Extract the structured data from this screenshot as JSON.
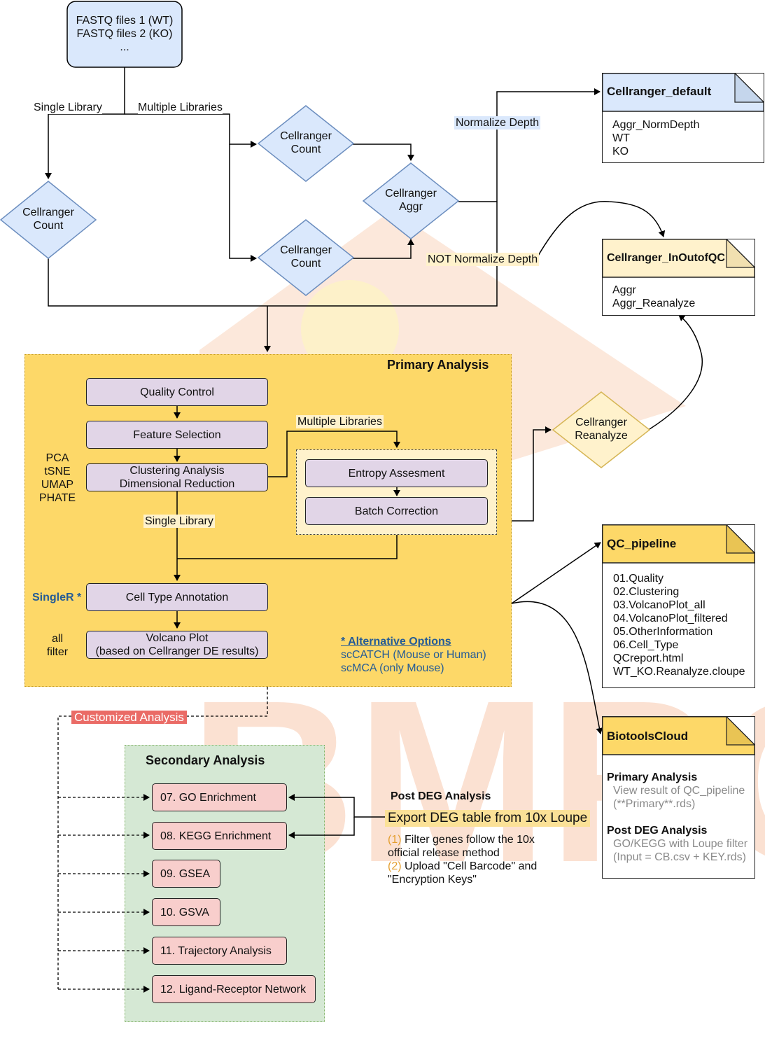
{
  "watermark": {
    "text": "BMRC",
    "colors": {
      "band": "#fce8db",
      "letters": "#e3e3ec"
    }
  },
  "colors": {
    "input_fill": "#dae8fc",
    "decision_fill": "#dae8fc",
    "reanalyze_fill": "#fff2cc",
    "primary_fill": "#fdd868",
    "step_fill": "#e1d5e7",
    "secondary_fill": "#d5e8d4",
    "secondary_step_fill": "#f8cecc",
    "doc_header_blue": "#dae8fc",
    "doc_header_yellow": "#fdd868",
    "doc_header_cream": "#fff2cc",
    "link_blue": "#245b96",
    "number_orange": "#e49e2e",
    "customized_red": "#ea6b66"
  },
  "input": {
    "line1": "FASTQ files 1 (WT)",
    "line2": "FASTQ files 2 (KO)",
    "line3": "..."
  },
  "branch_labels": {
    "single_library": "Single Library",
    "multiple_libraries": "Multiple Libraries",
    "normalize_depth": "Normalize Depth",
    "not_normalize_depth": "NOT Normalize Depth"
  },
  "decisions": {
    "count_single": {
      "line1": "Cellranger",
      "line2": "Count"
    },
    "count_multi_1": {
      "line1": "Cellranger",
      "line2": "Count"
    },
    "count_multi_2": {
      "line1": "Cellranger",
      "line2": "Count"
    },
    "aggr": {
      "line1": "Cellranger",
      "line2": "Aggr"
    },
    "reanalyze": {
      "line1": "Cellranger",
      "line2": "Reanalyze"
    }
  },
  "docs": {
    "cellranger_default": {
      "title": "Cellranger_default",
      "items": [
        "Aggr_NormDepth",
        "WT",
        "KO"
      ]
    },
    "cellranger_inoutofqc": {
      "title": "Cellranger_InOutofQC",
      "items": [
        "Aggr",
        "Aggr_Reanalyze"
      ]
    },
    "qc_pipeline": {
      "title": "QC_pipeline",
      "items": [
        "01.Quality",
        "02.Clustering",
        "03.VolcanoPlot_all",
        "04.VolcanoPlot_filtered",
        "05.OtherInformation",
        "06.Cell_Type",
        "QCreport.html",
        "WT_KO.Reanalyze.cloupe"
      ]
    },
    "biotoolscloud": {
      "title": "BiotoolsCloud",
      "primary_heading": "Primary Analysis",
      "primary_line1": "View result of QC_pipeline",
      "primary_line2": "(**Primary**.rds)",
      "post_heading": "Post DEG Analysis",
      "post_line1": "GO/KEGG with Loupe filter",
      "post_line2": "(Input = CB.csv + KEY.rds)"
    }
  },
  "primary": {
    "title": "Primary Analysis",
    "steps": {
      "quality_control": "Quality Control",
      "feature_selection": "Feature Selection",
      "clustering_line1": "Clustering Analysis",
      "clustering_line2": "Dimensional Reduction",
      "entropy": "Entropy Assesment",
      "batch_correction": "Batch Correction",
      "cell_type_annotation": "Cell Type Annotation",
      "volcano_line1": "Volcano Plot",
      "volcano_line2": "(based on Cellranger DE results)"
    },
    "multiple_libraries": "Multiple Libraries",
    "single_library": "Single Library",
    "dim_methods": [
      "PCA",
      "tSNE",
      "UMAP",
      "PHATE"
    ],
    "singler": "SingleR *",
    "volcano_modes": [
      "all",
      "filter"
    ],
    "alternative_title": "* Alternative Options",
    "alternative_items": [
      "scCATCH (Mouse or Human)",
      "scMCA (only Mouse)"
    ]
  },
  "customized": "Customized Analysis",
  "secondary": {
    "title": "Secondary Analysis",
    "items": [
      "07. GO Enrichment",
      "08. KEGG Enrichment",
      "09. GSEA",
      "10. GSVA",
      "11. Trajectory Analysis",
      "12. Ligand-Receptor Network"
    ]
  },
  "post_deg": {
    "title": "Post DEG Analysis",
    "export": "Export DEG table from 10x Loupe",
    "step1_num": "(1)",
    "step1_line1": "Filter genes follow the 10x",
    "step1_line2": "official release method",
    "step2_num": "(2)",
    "step2_line1": "Upload \"Cell Barcode\" and",
    "step2_line2": "\"Encryption Keys\""
  }
}
